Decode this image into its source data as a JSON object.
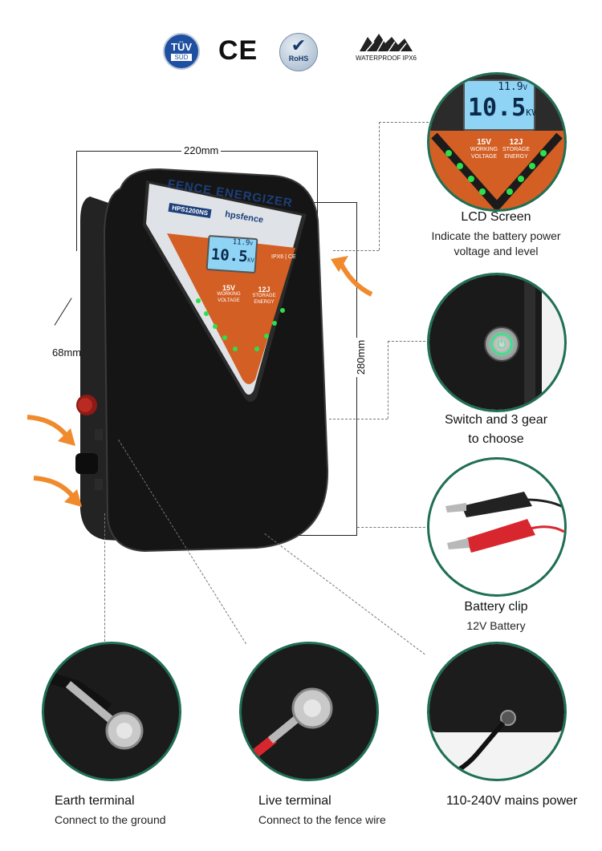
{
  "certifications": {
    "tuv": "TÜV",
    "tuv_sub": "SÜD",
    "ce": "CE",
    "rohs": "RoHS",
    "waterproof": "WATERPROOF IPX6"
  },
  "device": {
    "title": "FENCE ENERGIZER",
    "model": "HPS1200NS",
    "brand": "hpsfence",
    "lcd_top": "11.9",
    "lcd_top_unit": "V",
    "lcd_main": "10.5",
    "lcd_main_unit": "KV",
    "ip_rating": "IPX6 | CE",
    "left_value": "15V",
    "left_label_1": "WORKING",
    "left_label_2": "VOLTAGE",
    "right_value": "12J",
    "right_label_1": "STORAGE",
    "right_label_2": "ENERGY"
  },
  "dimensions": {
    "width": "220mm",
    "depth": "68mm",
    "height": "280mm"
  },
  "features": {
    "lcd": {
      "title": "LCD Screen",
      "sub1": "Indicate the battery power",
      "sub2": "voltage and level"
    },
    "switch": {
      "title1": "Switch and 3 gear",
      "title2": "to choose"
    },
    "battery": {
      "title": "Battery clip",
      "sub": "12V Battery"
    },
    "earth": {
      "title": "Earth terminal",
      "sub": "Connect to the ground"
    },
    "live": {
      "title": "Live terminal",
      "sub": "Connect to the fence wire"
    },
    "mains": {
      "title": "110-240V mains power"
    }
  }
}
